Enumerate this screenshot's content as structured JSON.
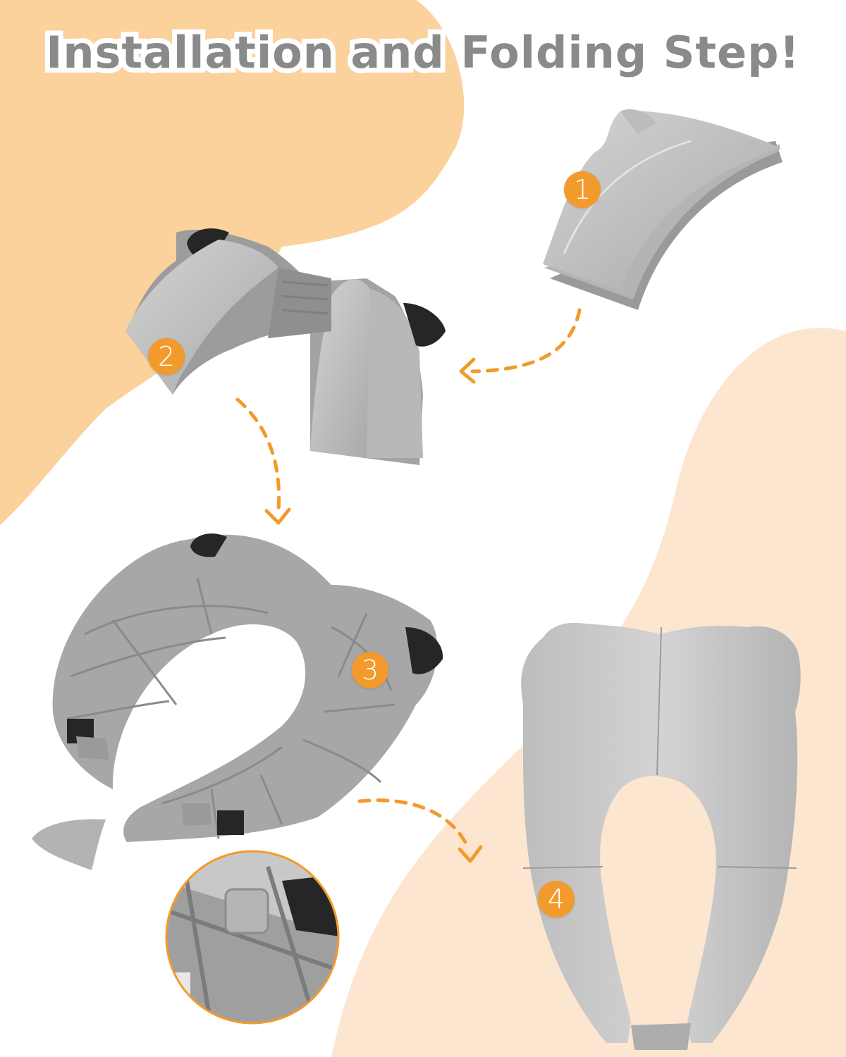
{
  "title": "Installation and Folding Step!",
  "colors": {
    "accent": "#f39a2c",
    "bg_peach": "#fbd19c",
    "bg_cream": "#fde6cf",
    "seat_light": "#c7c7c7",
    "seat_mid": "#a9a9a9",
    "seat_dark": "#8e8e8e",
    "pad_black": "#262626"
  },
  "steps": [
    {
      "number": "1",
      "label": "step-1-folded-seat"
    },
    {
      "number": "2",
      "label": "step-2-half-unfolded-seat"
    },
    {
      "number": "3",
      "label": "step-3-unfolded-seat-underside"
    },
    {
      "number": "4",
      "label": "step-4-assembled-seat"
    }
  ],
  "icons": {
    "arrow": "dashed-curved-arrow-icon",
    "zoom": "magnified-clip-detail"
  }
}
